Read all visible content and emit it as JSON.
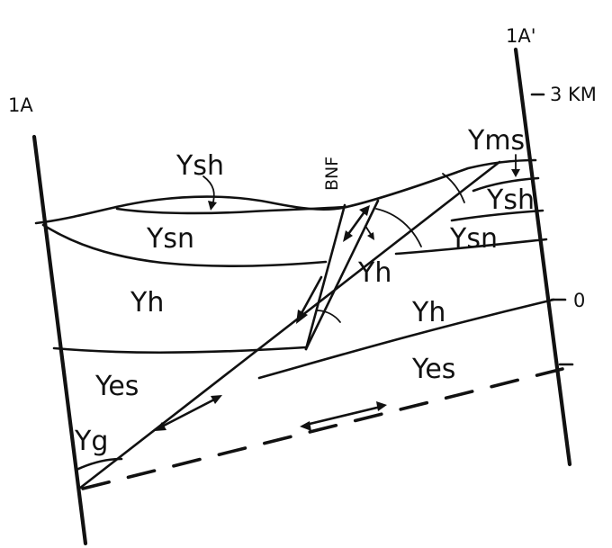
{
  "section": {
    "left_end_label": "1A",
    "right_end_label": "1A'",
    "fault_label": "BNF",
    "scale": {
      "top_tick_label": "3 KM",
      "lower_tick_label": "0"
    },
    "units": {
      "ysh_left": "Ysh",
      "ysn_left": "Ysn",
      "yh_left": "Yh",
      "yes_left": "Yes",
      "yg": "Yg",
      "yh_wedge": "Yh",
      "yms": "Yms",
      "ysh_right": "Ysh",
      "ysn_right": "Ysn",
      "yh_right": "Yh",
      "yes_right": "Yes"
    }
  }
}
